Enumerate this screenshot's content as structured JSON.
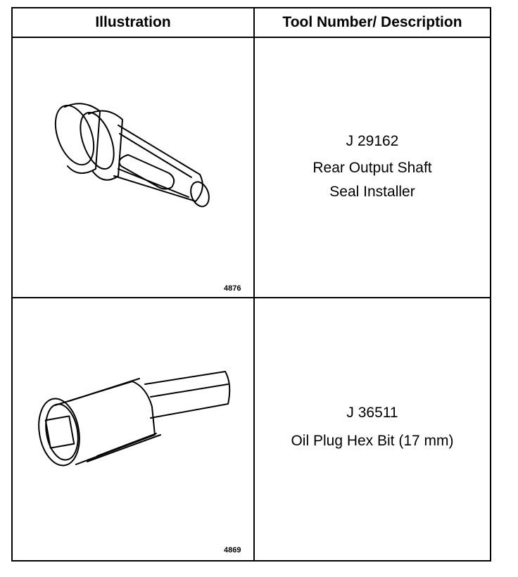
{
  "table": {
    "headers": {
      "illustration": "Illustration",
      "tool": "Tool Number/ Description"
    },
    "rows": [
      {
        "tool_number": "J 29162",
        "desc_line1": "Rear Output Shaft",
        "desc_line2": "Seal Installer",
        "figure_number": "4876",
        "icon": "seal-installer-icon"
      },
      {
        "tool_number": "J 36511",
        "desc_line1": "Oil Plug Hex Bit (17 mm)",
        "desc_line2": "",
        "figure_number": "4869",
        "icon": "hex-bit-icon"
      }
    ]
  }
}
